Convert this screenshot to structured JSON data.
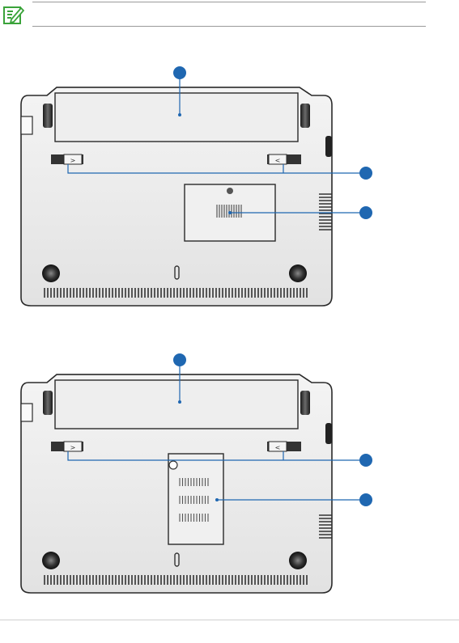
{
  "note": {
    "icon": "note-pencil-icon",
    "text": ""
  },
  "colors": {
    "callout": "#1f67b1",
    "note_icon": "#3aa33a",
    "chassis_stroke": "#2a2a2a"
  },
  "diagrams": [
    {
      "name": "bottom-view-model-a",
      "callouts": [
        {
          "label": "",
          "target": "battery-pack"
        },
        {
          "label": "",
          "target": "battery-locks"
        },
        {
          "label": "",
          "target": "memory-compartment"
        }
      ]
    },
    {
      "name": "bottom-view-model-b",
      "callouts": [
        {
          "label": "",
          "target": "battery-pack"
        },
        {
          "label": "",
          "target": "battery-locks"
        },
        {
          "label": "",
          "target": "memory-compartment"
        }
      ]
    }
  ]
}
